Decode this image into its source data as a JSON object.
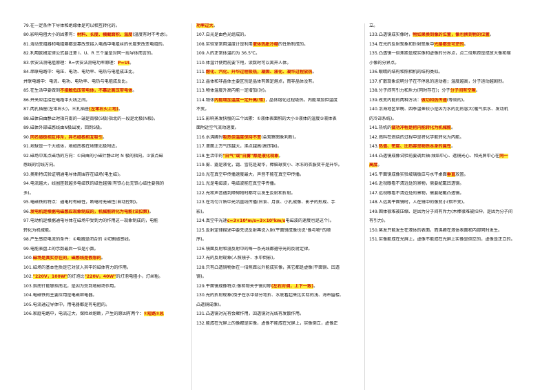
{
  "col1": [
    {
      "text": "79.在一定条件下导体和绝缘体是可以相互转化的。"
    },
    {
      "pre": "80.影响电阻大小的因素有：",
      "hl": "材料、长度、横截面积、温度",
      "post": "(温度有时不考虑)。"
    },
    {
      "text": "81.滑动变阻器和电阻箱都是靠改变接入电路中电阻丝的长度来改变电阻的。"
    },
    {
      "text": "82.利用欧姆定律公式要注意 I、U、R 三个量是对同一段导体而言的。"
    },
    {
      "pre": "83.伏安法测电阻原理：R=伏安法测电功率原理：",
      "hl": "P=UI",
      "post": "。"
    },
    {
      "text": "84.串联电路中：电压、电功、电功率、电热与电阻成正比。"
    },
    {
      "text": "并联电路中：电流、电功、电功率、电热与电阻成反比。"
    },
    {
      "pre": "85.在生活中要做到",
      "hl": "不接触低压带电体，不靠近高压带电体",
      "post": "。"
    },
    {
      "text": "86.开关应连接在电路中火线之间。"
    },
    {
      "pre": "87.两孔插座(左零右火)，三孔插座",
      "hl": "(左零右火上地)",
      "post": "。"
    },
    {
      "text": "88.磁体自由静止时指向南的一端是南极(S极)指北的一段是北极(N极)。"
    },
    {
      "text": "89.磁体外部磁感线由N极出发，回到S极。"
    },
    {
      "pre": "90.",
      "hl": "同名磁极相互排斥，异名磁极相互吸引",
      "post": "。"
    },
    {
      "text": "91.地球是一个大磁体，地磁南极在地理北极附近。"
    },
    {
      "text": "92.磁场中某点磁场的方向：①自由的小磁针静止时 N 极的指向。②该点磁"
    },
    {
      "text": "感线的切线方向。"
    },
    {
      "text": "93.奥斯特试验证明通电导体周围存在磁场(电生磁)。"
    },
    {
      "text": "94.电流越大，线圈匝数越多电磁铁的磁性越强(有铁心比无铁心磁性要强的"
    },
    {
      "text": "多)。"
    },
    {
      "text": "95.电磁铁的特点：通电时有磁性，断电时无磁性(自动控制)。"
    },
    {
      "pre": "96.",
      "hl": "发电机是根据电磁感应现象制成的，机械能转化为电能(法拉第)",
      "post": "。"
    },
    {
      "text": "97.电动机是根据通电导体在磁场中受到力的作用这一现象制成的，电能"
    },
    {
      "text": "转化为机械能。"
    },
    {
      "text": "98.产生感应电流的条件：①电路是闭合的 ②切割磁感线。"
    },
    {
      "text": "99.电能表盘上的示数最后一位是小数。"
    },
    {
      "pre": "100.",
      "hl": "磁场是真实存在的，磁感线是假想的",
      "post": "。"
    },
    {
      "text": "101.磁场的基本性质是它对放入其中的磁体有力的作用。"
    },
    {
      "pre": "102.",
      "hl": "\"220V，100W\"",
      "mid": "的灯泡比",
      "hl2": "\"220V，40W\"",
      "post": "的灯泡电阻小，灯丝粗。"
    },
    {
      "text": "103.指南针能够指南北，是因为受到地磁场作用。"
    },
    {
      "text": "104.电磁铁的主要应用是电磁继电器。"
    },
    {
      "text": "105.电流通过导体中，用电器都是有电阻的。"
    },
    {
      "pre": "106.家庭电路中，电流过大，保险丝熔断，产生的原因有两个：",
      "hl": "①短路②总"
    }
  ],
  "col2": [
    {
      "hl": "功率过大",
      "post": "。"
    },
    {
      "text": "107.白光是由色光组成的。"
    },
    {
      "pre": "108.实验室常用温度计是利用",
      "hl": "液体热胀冷缩",
      "post": "的性质制成的。"
    },
    {
      "text": "109.人的正常体温约为 36.5℃。"
    },
    {
      "text": "110.体温计使用前要下甩，读数时可以离开人体。"
    },
    {
      "pre": "111.",
      "hl": "熔化、汽化、升华过程吸热，凝固、液化、凝华过程放热",
      "post": "。"
    },
    {
      "text": "112.晶体和非晶体主要区别是晶体有固定熔点，而非晶体没有。"
    },
    {
      "text": "113.物体温度升高内能一定增加(对)。"
    },
    {
      "pre": "114.物体",
      "hl": "内能增加温度一定升高(错)",
      "post": "，晶体熔化过程吸热，内能增加但温度"
    },
    {
      "text": "不变。"
    },
    {
      "text": "115.影响蒸发快慢的三个因素：①液体表面积的大小②液体的温度③液体表"
    },
    {
      "text": "面附近空气流动速度。"
    },
    {
      "pre": "116.水沸腾时",
      "hl": "吸热但温度保持不变",
      "post": "(会观察图象判断)。"
    },
    {
      "text": "117.液面上方气压越大，沸点越高(高压锅)。"
    },
    {
      "pre": "118.生活中的",
      "hl": "\"白气\"或\"白雾\"都是液化现象",
      "post": "。"
    },
    {
      "text": "119.雾、露是液化，霜、雪花是凝华，樟脑球变小、冰冻的衣服变干是升华。"
    },
    {
      "text": "120.光在真空中传播速度最大，声音不能在真空中传播。"
    },
    {
      "text": "121.光是电磁波，电磁波能在真空中传播。"
    },
    {
      "text": "122.光和声音遇到障碍物时都可以发生反射和折射。"
    },
    {
      "text": "123.在均匀介质中光沿直线传播(日食、月食、小孔成像、影子的形成、手"
    },
    {
      "text": "影)。"
    },
    {
      "pre": "124.真空中光速",
      "hl": "c=3×10⁸m/s=3×10⁵km/s",
      "post": "电磁波的速度也是这个)。"
    },
    {
      "text": "125.反射定律描述中要先说反射再说入射(平面镜成像也说\"像与物\"的顺"
    },
    {
      "text": "序)。"
    },
    {
      "text": "126.镜面反射和漫反射中的每一条光线都遵守光的反射定律。"
    },
    {
      "text": "127.光的反射现象(人照镜子、水中倒影)。"
    },
    {
      "text": "128.只有凸透镜物体在一倍焦距以外能成实像，其它都是虚像(平面镜、凹透"
    },
    {
      "text": "镜)。"
    },
    {
      "pre": "129.平面镜成像特点:像和物关于镜对称",
      "hl": "(左右对调，上下一致)",
      "post": "。"
    },
    {
      "text": "130.光的折射现象(筷子在水中部分弯折、水底看起来比实际的浅、海市蜃楼、"
    },
    {
      "text": "凸透镜成像)。"
    },
    {
      "text": "131.凸透镜对光有会聚作用，凹透镜对光线有发散作用。"
    },
    {
      "text": "132.能成在光屏上的像都是实像，虚像不能成在光屏上，实像倒立，虚像正"
    }
  ],
  "col3": [
    {
      "text": "立。"
    },
    {
      "pre": "133.凸透镜成实像时，",
      "hl": "物如果换到像的位置，像也换到物的位置",
      "post": "。"
    },
    {
      "pre": "134.在光的反射现象和折射现象中",
      "hl": "光路都是可逆的",
      "post": "。"
    },
    {
      "text": "135.凸透镜一倍焦距是成实像和虚像的分界点，点二倍焦距是成放大像和缩"
    },
    {
      "text": "小像的分界点。"
    },
    {
      "text": "136.眼睛的结构和照相机的结构类似。"
    },
    {
      "text": "137.扩散现象说明分子在不停息的运动着；温度越高，分子运动越剧烈。"
    },
    {
      "pre": "138.分子间有引力和斥力(同时存在)；分子",
      "hl": "分子间有空隙",
      "post": "。"
    },
    {
      "text": "139.改变内能的两种方法：",
      "hl": "做功和热传递",
      "post": "(等效的)。"
    },
    {
      "text": "140.沿海地区早晚、四季温差较小是因为水的比热容大(暖气供水、发动机"
    },
    {
      "text": "的冷却系统)。"
    },
    {
      "pre": "141.热机的",
      "hl": "做功冲程是把内能转化为机械能",
      "post": "。"
    },
    {
      "text": "142.燃料在燃烧的过程中是将化学能转化为内能。"
    },
    {
      "pre": "143.",
      "hl": "热值、密度、比热容是物质本身的属性",
      "post": "。"
    },
    {
      "pre": "144.凸透镜成像试验前要调共轴:烛焰中心、透镜光心、和光屏中心在",
      "hl": "同一"
    },
    {
      "hl": "高度",
      "post": "。"
    },
    {
      "pre": "145.平面镜成像实验玻璃板应与水平桌面",
      "hl": "垂直",
      "post": "放置。"
    },
    {
      "text": "146.近视眼看不清远处的景物，需要配戴凹透镜。"
    },
    {
      "text": "147.远视眼看不清近处的景物，需要配戴凸透镜。"
    },
    {
      "text": "148.人远离平面镜时，人在镜中的像变小(错不变)。"
    },
    {
      "text": "149.固体很难被压缩、是因为分子间有斥力(木棒很难被拉伸，是因为分子间"
    },
    {
      "text": "有引力)。"
    },
    {
      "text": "150.蒸发只能发生在液体的表面，而沸腾在液体表面和内部同时发生。"
    },
    {
      "text": "151.实像能成在光屏上，虚像不能成在光屏上实像是倒立的，虚像是正立的。"
    }
  ]
}
